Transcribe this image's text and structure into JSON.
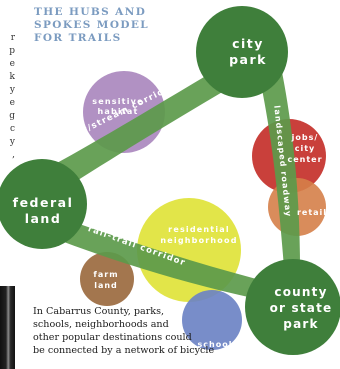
{
  "left_column_fragments": [
    "r",
    "p",
    "e",
    "k",
    "y",
    "e",
    "g",
    "c",
    "y",
    ","
  ],
  "heading": {
    "lines": [
      "THE HUBS AND",
      "SPOKES MODEL",
      "FOR TRAILS"
    ]
  },
  "hubs": {
    "city_park": [
      "city",
      "park"
    ],
    "federal_land": [
      "federal",
      "land"
    ],
    "county_park": [
      "county",
      "or state",
      "park"
    ]
  },
  "spokes": {
    "river_stream": "river/stream corridor",
    "landscaped": "landscaped roadway",
    "rail_trail": "rail-trail corridor"
  },
  "destinations": {
    "sensitive_habitat": [
      "sensitive",
      "habitat"
    ],
    "jobs_city_center": [
      "jobs/",
      "city",
      "center"
    ],
    "retail": "retail",
    "residential": [
      "residential",
      "neighborhood"
    ],
    "farm_land": [
      "farm",
      "land"
    ],
    "school": "school"
  },
  "caption": {
    "lines": [
      "In Cabarrus County, parks,",
      "schools, neighborhoods  and",
      "other popular destinations could",
      "be connected by a network of bicycle"
    ]
  },
  "colors": {
    "hub_green": "#3f7f3b",
    "spoke_green": "#5c9a4b",
    "sensitive_habitat": "#b191c3",
    "jobs": "#c9403b",
    "retail": "#d57f49",
    "residential": "#dfe33a",
    "farm_land": "#9b6a3f",
    "school": "#6c83c4",
    "heading_blue": "#7b9bc0"
  }
}
